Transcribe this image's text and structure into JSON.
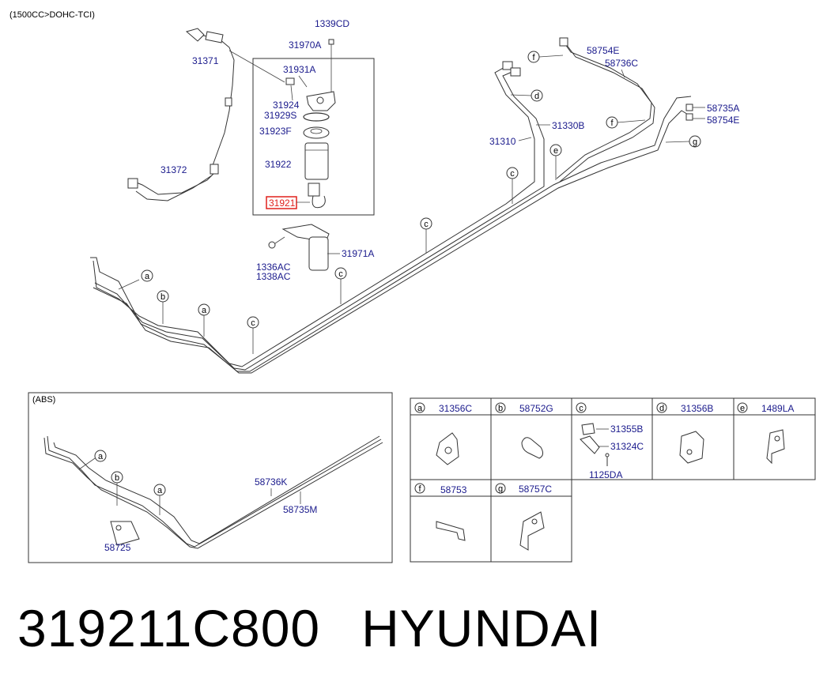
{
  "header_note": "(1500CC>DOHC-TCI)",
  "abs_note": "(ABS)",
  "highlight_color": "#e0201c",
  "label_color": "#1a1a8c",
  "parts": {
    "p1339CD": "1339CD",
    "p31970A": "31970A",
    "p31371": "31371",
    "p31931A": "31931A",
    "p31924": "31924",
    "p31929S": "31929S",
    "p31923F": "31923F",
    "p31922": "31922",
    "p31921": "31921",
    "p31372": "31372",
    "p31971A": "31971A",
    "p1336AC": "1336AC",
    "p1338AC": "1338AC",
    "p58754E_top": "58754E",
    "p58736C": "58736C",
    "p58735A": "58735A",
    "p58754E_right": "58754E",
    "p31330B": "31330B",
    "p31310": "31310",
    "p58736K": "58736K",
    "p58735M": "58735M",
    "p58725": "58725"
  },
  "callouts": {
    "a": "a",
    "b": "b",
    "c": "c",
    "d": "d",
    "e": "e",
    "f": "f",
    "g": "g"
  },
  "legend": {
    "row1": [
      {
        "letter": "a",
        "code": "31356C"
      },
      {
        "letter": "b",
        "code": "58752G"
      },
      {
        "letter": "c",
        "code": ""
      },
      {
        "letter": "d",
        "code": "31356B"
      },
      {
        "letter": "e",
        "code": "1489LA"
      }
    ],
    "row2": [
      {
        "letter": "f",
        "code": "58753"
      },
      {
        "letter": "g",
        "code": "58757C"
      }
    ],
    "c_parts": [
      "31355B",
      "31324C",
      "1125DA"
    ]
  },
  "footer": {
    "part_number": "319211C800",
    "brand": "HYUNDAI"
  }
}
